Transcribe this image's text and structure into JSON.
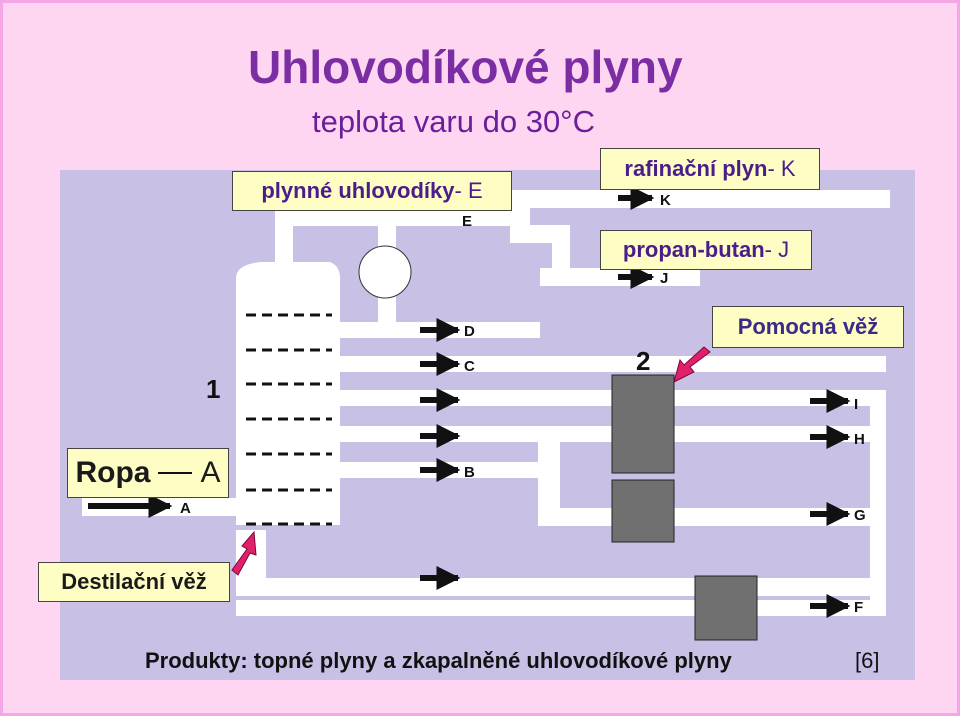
{
  "title": "Uhlovodíkové plyny",
  "subtitle": "teplota varu do 30°C",
  "labels": {
    "e": "plynné uhlovodíky",
    "e_suffix": " - E",
    "k": "rafinační plyn",
    "k_suffix": " - K",
    "j": "propan-butan",
    "j_suffix": " - J",
    "pomocna_vez": "Pomocná věž",
    "ropa": "Ropa",
    "ropa_suffix": "A",
    "destilacni_vez": "Destilační věž"
  },
  "markers": {
    "one": "1",
    "two": "2"
  },
  "streams": {
    "a": "A",
    "b": "B",
    "c": "C",
    "d": "D",
    "e": "E",
    "f": "F",
    "g": "G",
    "h": "H",
    "i": "I",
    "j": "J",
    "k": "K"
  },
  "footer": "Produkty: topné plyny a zkapalněné uhlovodíkové plyny",
  "reference": "[6]",
  "colors": {
    "background": "#ffd6f2",
    "diagram": "#c9c0e6",
    "pipes": "#ffffff",
    "vessel": "#707070",
    "pointer": "#e0206a",
    "title": "#7b2ea3",
    "label_box": "#fdfdc4"
  }
}
